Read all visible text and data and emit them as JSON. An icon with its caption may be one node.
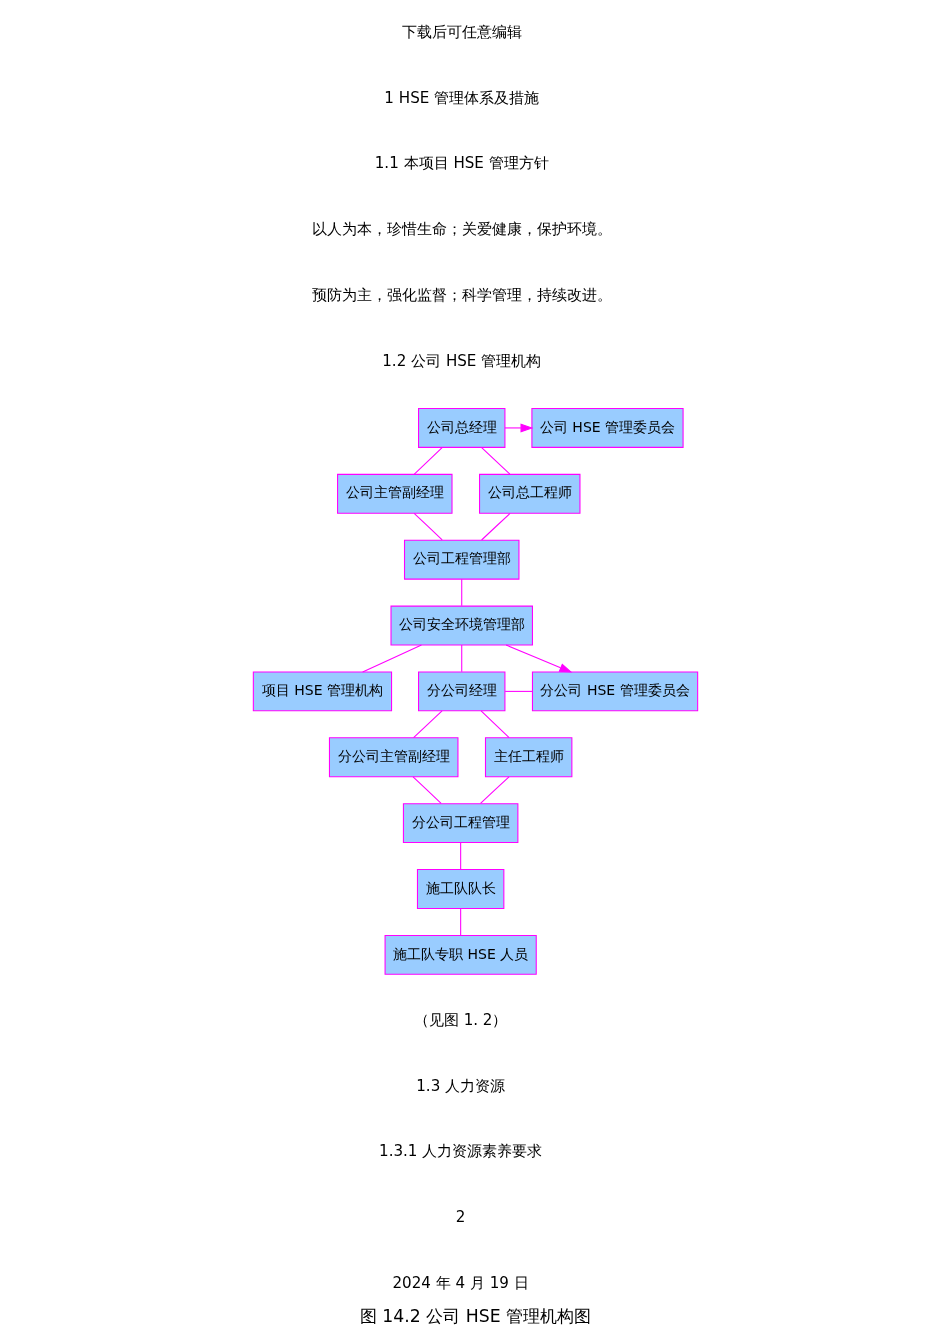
{
  "diagram": {
    "caption": "图 14.2 公司 HSE 管理机构图",
    "nodes": [
      {
        "text": [
          "公司总经理"
        ]
      },
      {
        "text": [
          "公司 HSE 管理委员会"
        ]
      },
      {
        "text": [
          "公司主管副经理"
        ]
      },
      {
        "text": [
          "公司总工程师"
        ]
      },
      {
        "text": [
          "公司工程管理部"
        ]
      },
      {
        "text": [
          "公司安全环境管理部"
        ]
      },
      {
        "text": [
          "项目 HSE 管理机构"
        ]
      },
      {
        "text": [
          "分公司经理"
        ]
      },
      {
        "text": [
          "分公司 HSE 管理委员会"
        ]
      },
      {
        "text": [
          "分公司主管副经理"
        ]
      },
      {
        "text": [
          "主任工程师"
        ]
      },
      {
        "text": [
          "分公司工程管理"
        ]
      },
      {
        "text": [
          "施工队队长"
        ]
      },
      {
        "text": [
          "施工队专职 HSE 人员"
        ]
      }
    ],
    "edges": [
      {
        "from": 0,
        "to": 1,
        "arrow": "to"
      },
      {
        "from": 0,
        "to": 2,
        "arrow": "none"
      },
      {
        "from": 0,
        "to": 3,
        "arrow": "none"
      },
      {
        "from": 2,
        "to": 4,
        "arrow": "none"
      },
      {
        "from": 3,
        "to": 4,
        "arrow": "none"
      },
      {
        "from": 4,
        "to": 5,
        "arrow": "none"
      },
      {
        "from": 5,
        "to": 6,
        "arrow": "none"
      },
      {
        "from": 5,
        "to": 7,
        "arrow": "none"
      },
      {
        "from": 5,
        "to": 8,
        "arrow": "to"
      },
      {
        "from": 7,
        "to": 8,
        "arrow": "none"
      },
      {
        "from": 7,
        "to": 9,
        "arrow": "none"
      },
      {
        "from": 7,
        "to": 10,
        "arrow": "none"
      },
      {
        "from": 9,
        "to": 11,
        "arrow": "none"
      },
      {
        "from": 10,
        "to": 11,
        "arrow": "none"
      },
      {
        "from": 11,
        "to": 12,
        "arrow": "none"
      },
      {
        "from": 12,
        "to": 13,
        "arrow": "none"
      }
    ],
    "labels": [
      "下载后可任意编辑",
      "1 HSE 管理体系及措施",
      "1.1 本项目 HSE 管理方针",
      "以人为本，珍惜生命；关爱健康，保护环境。",
      "预防为主，强化监督；科学管理，持续改进。",
      "1.2 公司 HSE 管理机构",
      "（见图 1. 2）",
      "1.3 人力资源",
      "1.3.1 人力资源素养要求",
      "2",
      "2024 年 4 月 19 日"
    ]
  }
}
